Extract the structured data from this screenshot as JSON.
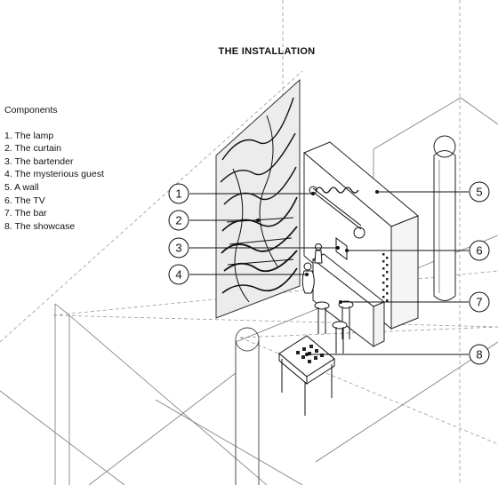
{
  "title": "THE INSTALLATION",
  "legend": {
    "heading": "Components",
    "items": [
      "1. The lamp",
      "2. The curtain",
      "3. The bartender",
      "4. The mysterious guest",
      "5. A wall",
      "6. The TV",
      "7. The bar",
      "8. The showcase"
    ]
  },
  "callouts": [
    {
      "number": "1",
      "component": "The lamp"
    },
    {
      "number": "2",
      "component": "The curtain"
    },
    {
      "number": "3",
      "component": "The bartender"
    },
    {
      "number": "4",
      "component": "The mysterious guest"
    },
    {
      "number": "5",
      "component": "A wall"
    },
    {
      "number": "6",
      "component": "The TV"
    },
    {
      "number": "7",
      "component": "The bar"
    },
    {
      "number": "8",
      "component": "The showcase"
    }
  ],
  "colors": {
    "ink": "#111111",
    "guide_lines": "#9a9a9a",
    "background": "#ffffff"
  }
}
